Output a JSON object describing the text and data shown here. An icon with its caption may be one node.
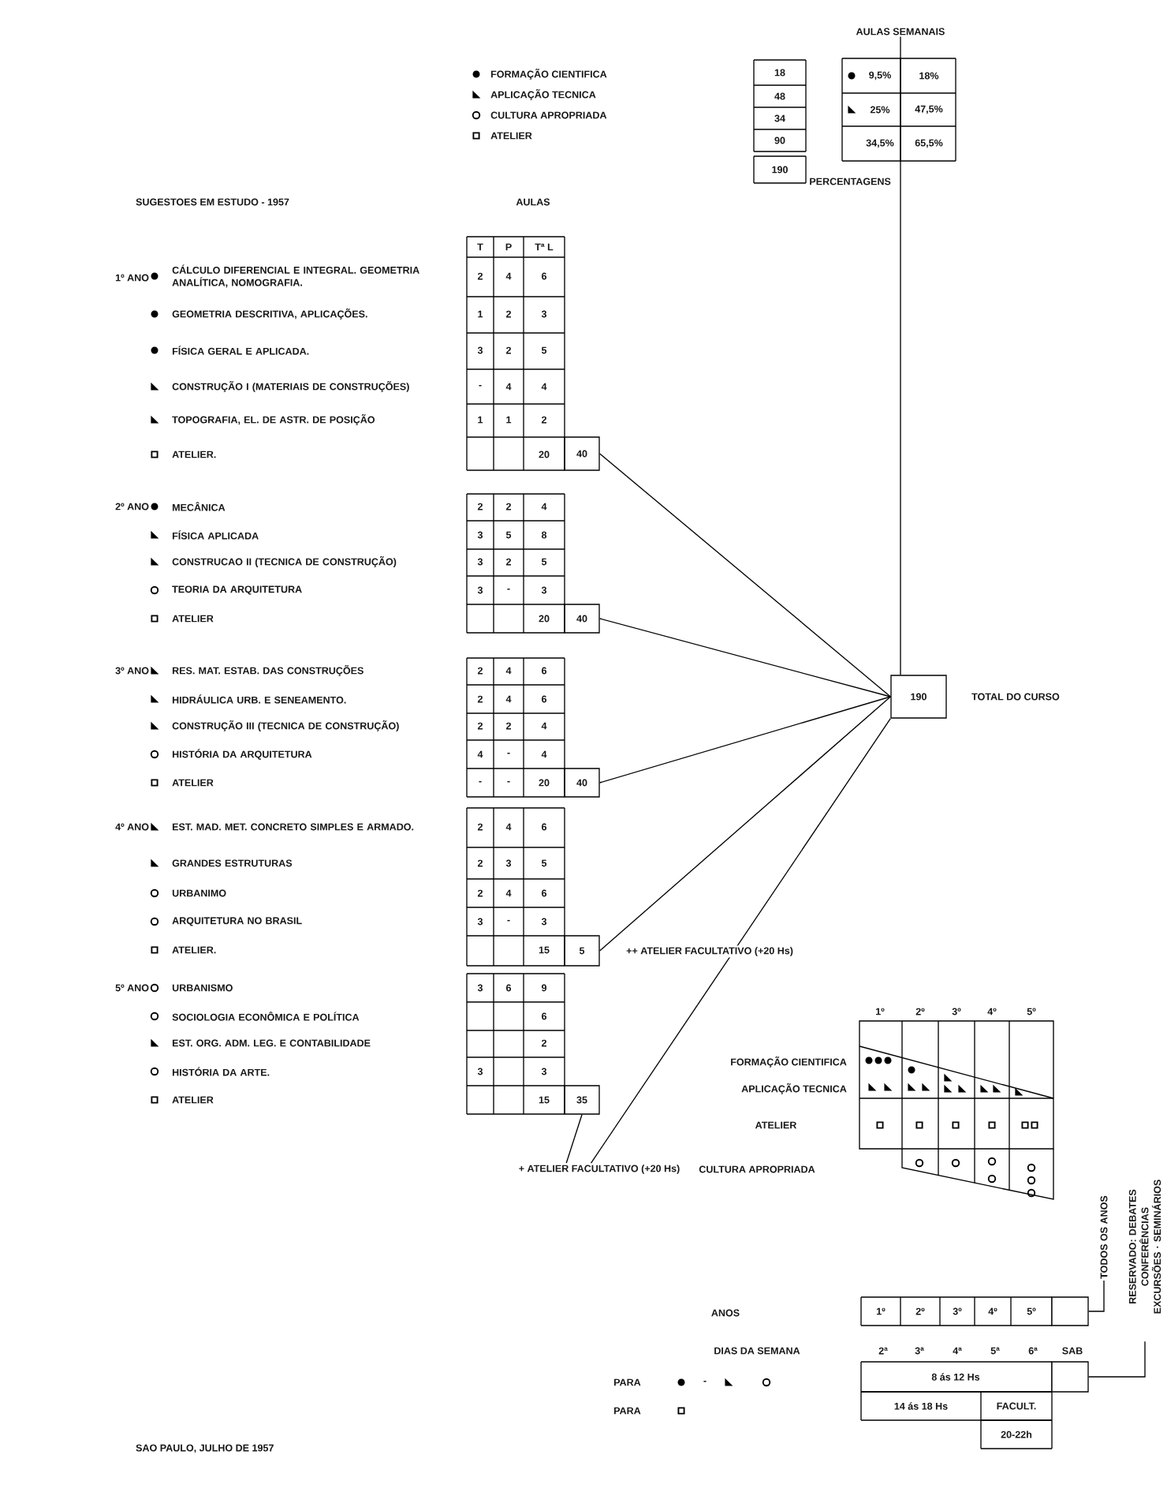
{
  "diagram": {
    "title": "SUGESTOES EM ESTUDO - 1957",
    "nodes": [
      {
        "text": [
          "AULAS SEMANAIS"
        ]
      },
      {
        "text": [
          "40"
        ]
      },
      {
        "text": [
          "40"
        ]
      },
      {
        "text": [
          "40"
        ]
      },
      {
        "text": [
          "5"
        ]
      },
      {
        "text": [
          "35"
        ]
      },
      {
        "text": [
          "+ ATELIER FACULTATIVO (+20 Hs)"
        ]
      },
      {
        "text": [
          "190"
        ],
        "beside": [
          "TOTAL DO CURSO"
        ]
      },
      {
        "text": [
          "TODOS OS ANOS"
        ]
      },
      {
        "text": [],
        "shape": "box"
      },
      {
        "text": [
          "RESERVADO: DEBATES CONFERÊNCIAS EXCURSÕES · SEMINÁRIOS"
        ]
      },
      {
        "text": [],
        "shape": "box"
      }
    ],
    "edges": [
      {
        "from": 0,
        "to": 7,
        "arrow": "none"
      },
      {
        "from": 1,
        "to": 7,
        "arrow": "none"
      },
      {
        "from": 2,
        "to": 7,
        "arrow": "none"
      },
      {
        "from": 3,
        "to": 7,
        "arrow": "none"
      },
      {
        "from": 4,
        "to": 7,
        "arrow": "none"
      },
      {
        "from": 5,
        "to": 6,
        "arrow": "none"
      },
      {
        "from": 6,
        "to": 7,
        "arrow": "none"
      },
      {
        "from": 8,
        "to": 9,
        "arrow": "none"
      },
      {
        "from": 10,
        "to": 11,
        "arrow": "none"
      }
    ],
    "labels": [
      "FORMAÇÃO CIENTIFICA",
      "APLICAÇÃO TECNICA",
      "CULTURA APROPRIADA",
      "ATELIER",
      "18",
      "48",
      "34",
      "90",
      "190",
      "9,5%",
      "18%",
      "25%",
      "47,5%",
      "34,5%",
      "65,5%",
      "PERCENTAGENS",
      "AULAS",
      "T",
      "P",
      "Tª L",
      "1º ANO",
      "CÁLCULO DIFERENCIAL E INTEGRAL. GEOMETRIA ANALÍTICA, NOMOGRAFIA.",
      "2",
      "4",
      "6",
      "GEOMETRIA DESCRITIVA, APLICAÇÕES.",
      "1",
      "2",
      "3",
      "FÍSICA GERAL E APLICADA.",
      "3",
      "2",
      "5",
      "CONSTRUÇÃO I (MATERIAIS DE CONSTRUÇÕES)",
      "-",
      "4",
      "4",
      "TOPOGRAFIA, EL. DE ASTR. DE POSIÇÃO",
      "1",
      "1",
      "2",
      "ATELIER.",
      "20",
      "2º ANO",
      "MECÂNICA",
      "2",
      "2",
      "4",
      "FÍSICA APLICADA",
      "3",
      "5",
      "8",
      "CONSTRUCAO II (TECNICA DE CONSTRUÇÃO)",
      "3",
      "2",
      "5",
      "TEORIA DA ARQUITETURA",
      "3",
      "-",
      "3",
      "ATELIER",
      "20",
      "3º ANO",
      "RES. MAT. ESTAB. DAS CONSTRUÇÕES",
      "2",
      "4",
      "6",
      "HIDRÁULICA URB. E SENEAMENTO.",
      "2",
      "4",
      "6",
      "CONSTRUÇÃO III (TECNICA DE CONSTRUÇÃO)",
      "2",
      "2",
      "4",
      "HISTÓRIA DA ARQUITETURA",
      "4",
      "-",
      "4",
      "ATELIER",
      "-",
      "-",
      "20",
      "4º ANO",
      "EST. MAD. MET. CONCRETO SIMPLES E ARMADO.",
      "2",
      "4",
      "6",
      "GRANDES ESTRUTURAS",
      "2",
      "3",
      "5",
      "URBANIMO",
      "2",
      "4",
      "6",
      "ARQUITETURA NO BRASIL",
      "3",
      "-",
      "3",
      "ATELIER.",
      "15",
      "++ ATELIER FACULTATIVO (+20 Hs)",
      "5º ANO",
      "URBANISMO",
      "3",
      "6",
      "9",
      "SOCIOLOGIA ECONÔMICA E POLÍTICA",
      "6",
      "EST. ORG. ADM. LEG. E CONTABILIDADE",
      "2",
      "HISTÓRIA DA ARTE.",
      "3",
      "3",
      "ATELIER",
      "15",
      "1º",
      "2º",
      "3º",
      "4º",
      "5º",
      "FORMAÇÃO CIENTIFICA",
      "APLICAÇÃO TECNICA",
      "ATELIER",
      "CULTURA APROPRIADA",
      "ANOS",
      "1º",
      "2º",
      "3º",
      "4º",
      "5º",
      "DIAS DA SEMANA",
      "2ª",
      "3ª",
      "4ª",
      "5ª",
      "6ª",
      "SAB",
      "PARA",
      "-",
      "8 ás 12 Hs",
      "PARA",
      "14 ás 18 Hs",
      "FACULT.",
      "20-22h",
      "SAO PAULO, JULHO DE 1957"
    ]
  }
}
